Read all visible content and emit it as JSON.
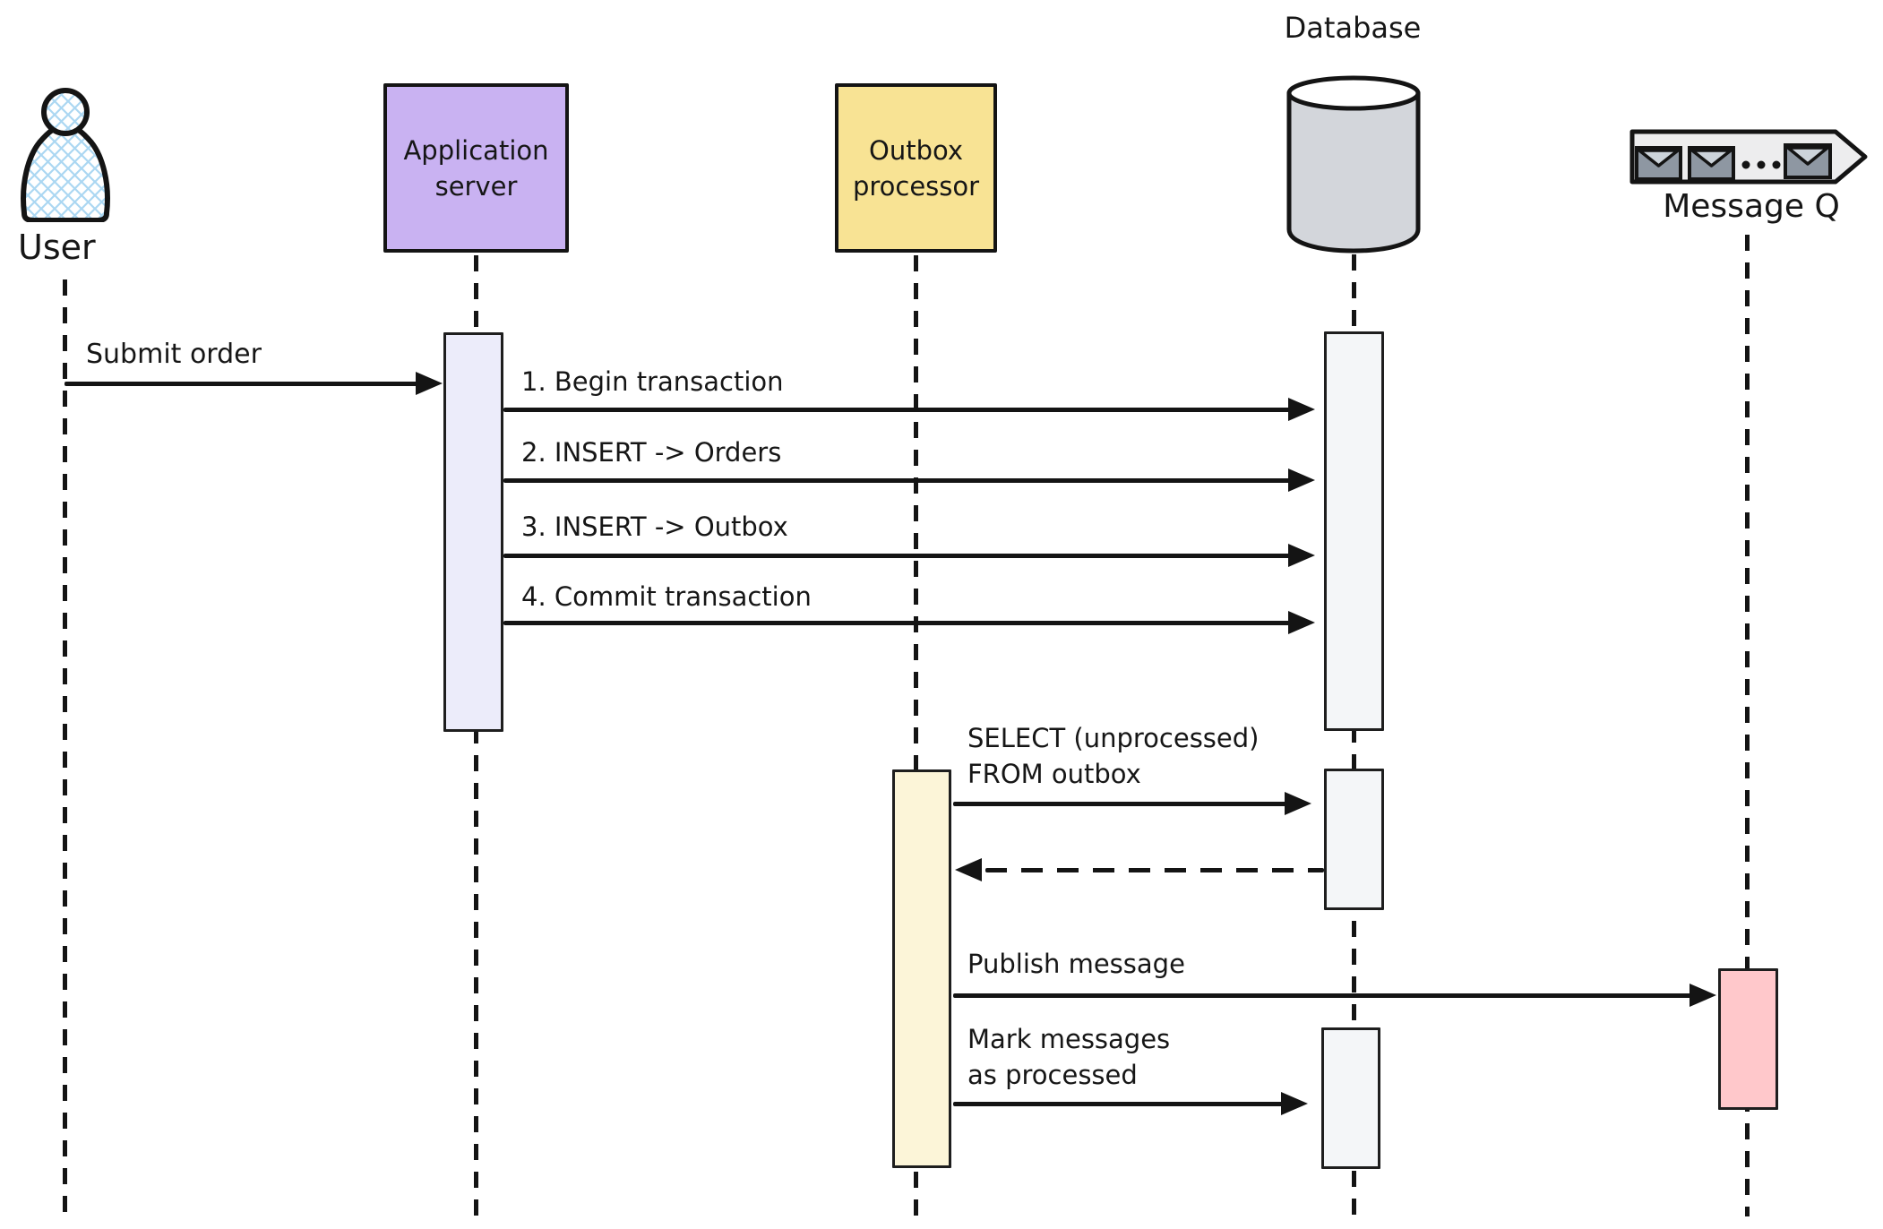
{
  "participants": [
    {
      "id": "user",
      "type": "actor",
      "label": "User"
    },
    {
      "id": "app_server",
      "type": "service",
      "label": "Application server"
    },
    {
      "id": "outbox_processor",
      "type": "service",
      "label": "Outbox processor"
    },
    {
      "id": "database",
      "type": "database",
      "label": "Database"
    },
    {
      "id": "message_q",
      "type": "queue",
      "label": "Message Q"
    }
  ],
  "messages": [
    {
      "from": "User",
      "to": "Application server",
      "label": "Submit order",
      "style": "solid"
    },
    {
      "from": "Application server",
      "to": "Database",
      "label": "1. Begin transaction",
      "style": "solid"
    },
    {
      "from": "Application server",
      "to": "Database",
      "label": "2. INSERT -> Orders",
      "style": "solid"
    },
    {
      "from": "Application server",
      "to": "Database",
      "label": "3. INSERT -> Outbox",
      "style": "solid"
    },
    {
      "from": "Application server",
      "to": "Database",
      "label": "4. Commit transaction",
      "style": "solid"
    },
    {
      "from": "Outbox processor",
      "to": "Database",
      "label": "SELECT (unprocessed)\nFROM outbox",
      "style": "solid"
    },
    {
      "from": "Database",
      "to": "Outbox processor",
      "label": "",
      "style": "dashed-return"
    },
    {
      "from": "Outbox processor",
      "to": "Message Q",
      "label": "Publish message",
      "style": "solid"
    },
    {
      "from": "Outbox processor",
      "to": "Database",
      "label": "Mark messages\nas processed",
      "style": "solid"
    }
  ],
  "colors": {
    "stroke": "#141414",
    "actor_hatch": "#abd7f2",
    "app_server_fill": "#c9b2f2",
    "outbox_fill": "#f8e394",
    "database_fill": "#d3d6db",
    "database_top_fill": "#ffffff",
    "queue_banner_fill": "#ededee",
    "envelope_body": "#8e97a2",
    "envelope_flap": "#ccd3da",
    "activation_app": "#ececfa",
    "activation_outbox": "#fcf5d8",
    "activation_db": "#f4f6f8",
    "activation_queue": "#ffc8cb"
  }
}
